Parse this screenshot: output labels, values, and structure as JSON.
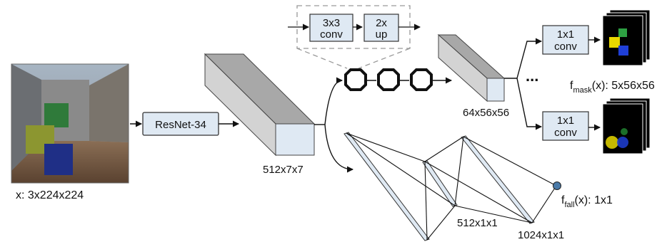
{
  "input": {
    "label": "x: 3x224x224"
  },
  "backbone": {
    "label": "ResNet-34"
  },
  "feature_map": {
    "label": "512x7x7"
  },
  "upsample_block": {
    "conv_line1": "3x3",
    "conv_line2": "conv",
    "up_line1": "2x",
    "up_line2": "up"
  },
  "mask_features": {
    "label": "64x56x56"
  },
  "mask_heads": [
    {
      "line1": "1x1",
      "line2": "conv"
    },
    {
      "line1": "1x1",
      "line2": "conv"
    }
  ],
  "ellipsis": "...",
  "mask_output": {
    "prefix": "f",
    "subscript": "mask",
    "suffix": "(x): 5x56x56"
  },
  "fc_layers": {
    "first": "512x1x1",
    "second": "1024x1x1"
  },
  "fall_output": {
    "prefix": "f",
    "subscript": "fall",
    "suffix": "(x): 1x1"
  },
  "colors": {
    "box_fill": "#dfe9f3",
    "box_stroke": "#333333",
    "node_fill": "#4a7aa8",
    "green": "#2ea043",
    "yellow": "#e8d800",
    "blue": "#1f3fd6"
  }
}
